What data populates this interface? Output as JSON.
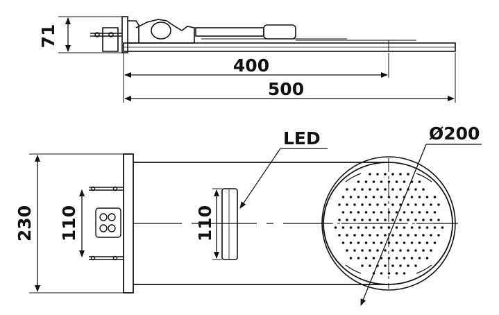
{
  "side_view": {
    "height_label": "71",
    "length_400_label": "400",
    "length_500_label": "500"
  },
  "top_view": {
    "width_230_label": "230",
    "mount_110_label": "110",
    "led_110_label": "110",
    "led_label": "LED",
    "diameter_label": "Ø200"
  }
}
